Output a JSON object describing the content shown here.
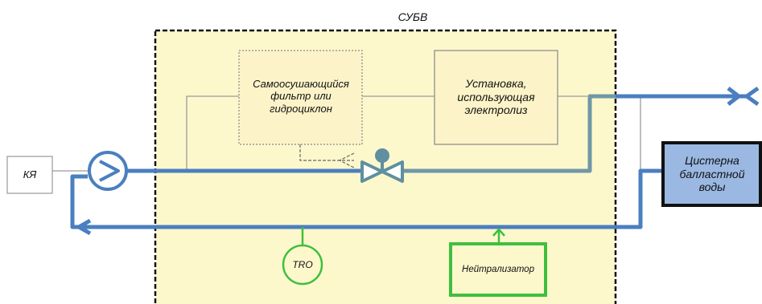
{
  "diagram": {
    "system_label": "СУБВ",
    "filter_label": "Самоосушающийся\nфильтр или\nгидроциклон",
    "electrolysis_label": "Установка,\nиспользующая\nэлектролиз",
    "ky_label": "КЯ",
    "tank_label": "Цистерна\nбалластной\nводы",
    "tro_label": "TRO",
    "neutralizer_label": "Нейтрализатор"
  },
  "colors": {
    "system_fill": "#fdf8cc",
    "pipe_blue": "#4a7fc0",
    "pipe_gray_blue": "#6f98a8",
    "green": "#3fbf3f",
    "tank_fill": "#9ab8e2",
    "box_fill": "#fcf3c8"
  }
}
